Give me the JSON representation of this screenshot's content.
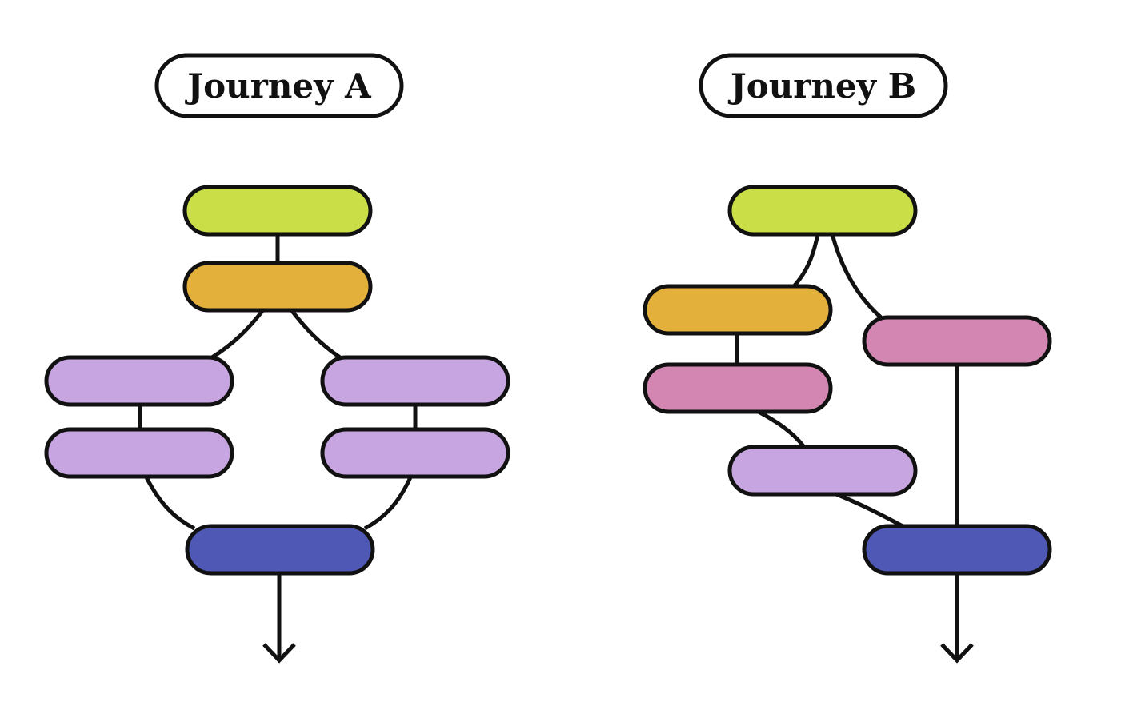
{
  "colors": {
    "stroke": "#111111",
    "green": "#C9DE47",
    "orange": "#E3B03B",
    "lavender": "#C7A5E0",
    "pink": "#D286B1",
    "blue": "#5058B5"
  },
  "journeys": [
    {
      "id": "a",
      "title": "Journey A",
      "nodes": [
        {
          "id": "a-start",
          "color": "green"
        },
        {
          "id": "a-step-2",
          "color": "orange"
        },
        {
          "id": "a-branch-left-1",
          "color": "lavender"
        },
        {
          "id": "a-branch-left-2",
          "color": "lavender"
        },
        {
          "id": "a-branch-right-1",
          "color": "lavender"
        },
        {
          "id": "a-branch-right-2",
          "color": "lavender"
        },
        {
          "id": "a-end",
          "color": "blue"
        }
      ]
    },
    {
      "id": "b",
      "title": "Journey B",
      "nodes": [
        {
          "id": "b-start",
          "color": "green"
        },
        {
          "id": "b-left-1",
          "color": "orange"
        },
        {
          "id": "b-left-2",
          "color": "pink"
        },
        {
          "id": "b-right-1",
          "color": "pink"
        },
        {
          "id": "b-middle",
          "color": "lavender"
        },
        {
          "id": "b-end",
          "color": "blue"
        }
      ]
    }
  ]
}
